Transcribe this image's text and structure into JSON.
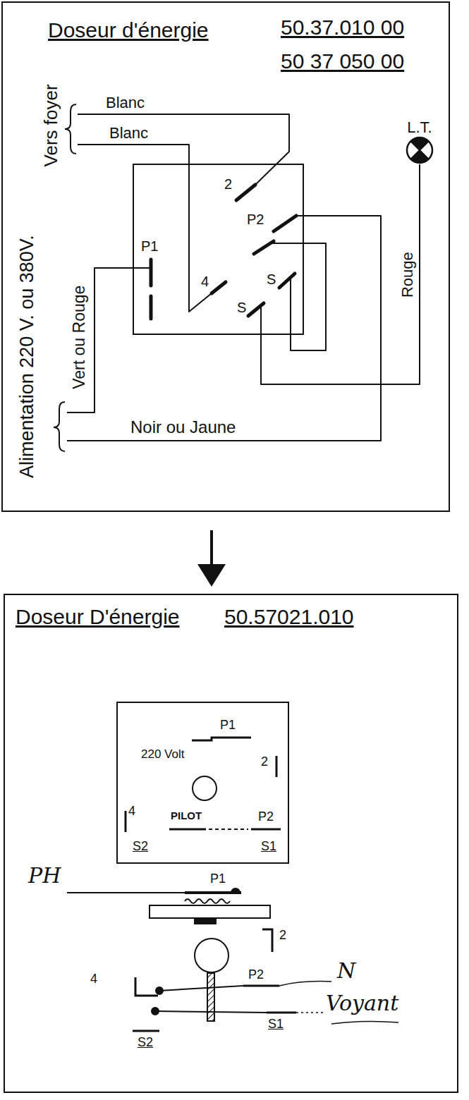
{
  "diagram": {
    "nodes": [
      {
        "text": [
          "Doseur d'énergie",
          "50.37.010 00",
          "50 37 050 00"
        ]
      },
      {
        "text": [
          "P1",
          "2",
          "P2",
          "4",
          "S",
          "S"
        ],
        "in": 0
      },
      {
        "text": [
          "L.T."
        ],
        "in": 0
      },
      {
        "text": [
          "Doseur D'énergie",
          "50.57021.010"
        ]
      },
      {
        "text": [
          "P1",
          "220 Volt",
          "2",
          "4",
          "PILOT",
          "P2",
          "S2",
          "S1"
        ],
        "in": 3
      }
    ],
    "edges": [
      {
        "from": 2,
        "to": 1,
        "arrow": "none",
        "label": "Rouge"
      }
    ],
    "labels": [
      "Vers foyer",
      "Blanc",
      "Blanc",
      "Alimentation 220 V. ou 380V.",
      "Vert ou Rouge",
      "Noir ou Jaune",
      "PH",
      "P1",
      "2",
      "4",
      "P2",
      "S1",
      "S2",
      "N",
      "Voyant"
    ]
  }
}
